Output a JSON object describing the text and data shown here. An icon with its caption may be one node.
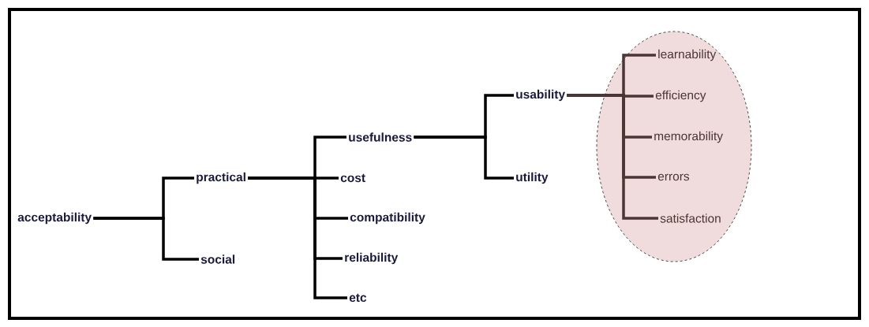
{
  "diagram": {
    "nodes": [
      {
        "text": [
          "acceptability"
        ]
      },
      {
        "text": [
          "practical"
        ]
      },
      {
        "text": [
          "social"
        ]
      },
      {
        "text": [
          "usefulness"
        ]
      },
      {
        "text": [
          "cost"
        ]
      },
      {
        "text": [
          "compatibility"
        ]
      },
      {
        "text": [
          "reliability"
        ]
      },
      {
        "text": [
          "etc"
        ]
      },
      {
        "text": [
          "usability"
        ]
      },
      {
        "text": [
          "utility"
        ]
      },
      {
        "text": [],
        "shape": "circle"
      },
      {
        "text": [
          "learnability"
        ],
        "in": 10
      },
      {
        "text": [
          "efficiency"
        ],
        "in": 10
      },
      {
        "text": [
          "memorability"
        ],
        "in": 10
      },
      {
        "text": [
          "errors"
        ],
        "in": 10
      },
      {
        "text": [
          "satisfaction"
        ],
        "in": 10
      }
    ],
    "edges": [
      {
        "from": 0,
        "to": 1,
        "arrow": "none"
      },
      {
        "from": 0,
        "to": 2,
        "arrow": "none"
      },
      {
        "from": 1,
        "to": 3,
        "arrow": "none"
      },
      {
        "from": 1,
        "to": 4,
        "arrow": "none"
      },
      {
        "from": 1,
        "to": 5,
        "arrow": "none"
      },
      {
        "from": 1,
        "to": 6,
        "arrow": "none"
      },
      {
        "from": 1,
        "to": 7,
        "arrow": "none"
      },
      {
        "from": 3,
        "to": 8,
        "arrow": "none"
      },
      {
        "from": 3,
        "to": 9,
        "arrow": "none"
      },
      {
        "from": 8,
        "to": 11,
        "arrow": "none",
        "color": "#4b3535"
      },
      {
        "from": 8,
        "to": 12,
        "arrow": "none",
        "color": "#4b3535"
      },
      {
        "from": 8,
        "to": 13,
        "arrow": "none",
        "color": "#4b3535"
      },
      {
        "from": 8,
        "to": 14,
        "arrow": "none",
        "color": "#4b3535"
      },
      {
        "from": 8,
        "to": 15,
        "arrow": "none",
        "color": "#4b3535"
      }
    ]
  }
}
